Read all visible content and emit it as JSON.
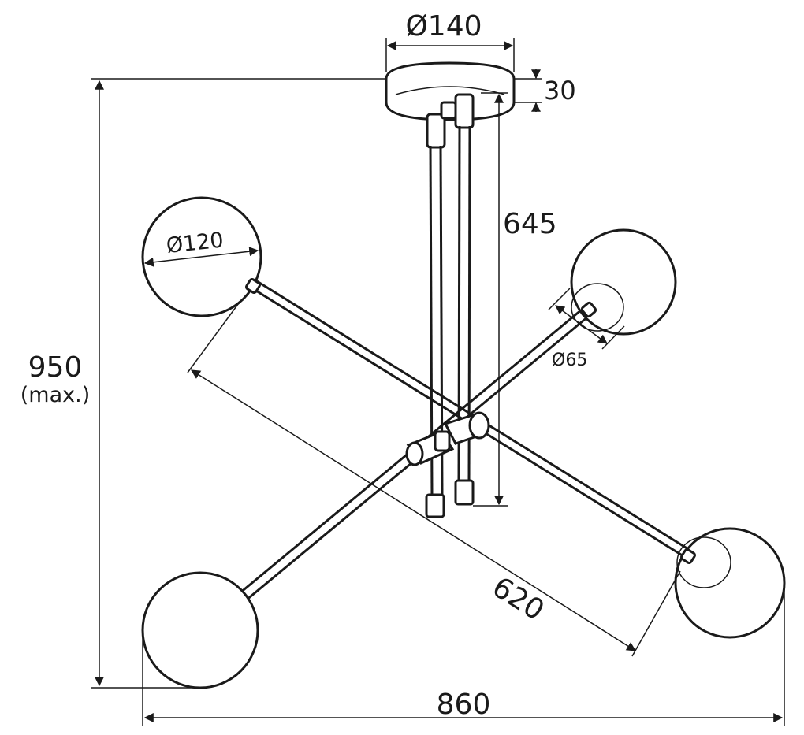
{
  "dimensions": {
    "canopy_diameter": "Ø140",
    "canopy_height": "30",
    "stem_length": "645",
    "globe_diameter": "Ø120",
    "small_globe_diameter": "Ø65",
    "total_height": "950",
    "total_height_note": "(max.)",
    "arm_span": "620",
    "total_width": "860"
  },
  "colors": {
    "line": "#1a1a1a",
    "background": "#ffffff"
  }
}
